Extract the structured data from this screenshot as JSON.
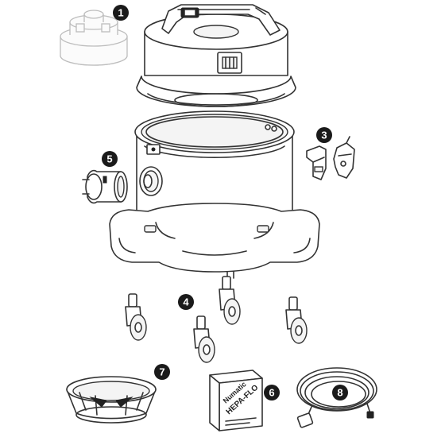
{
  "callouts": [
    {
      "id": "1",
      "label": "1"
    },
    {
      "id": "2",
      "label": "3"
    },
    {
      "id": "3",
      "label": "5"
    },
    {
      "id": "4",
      "label": "4"
    },
    {
      "id": "5",
      "label": "7"
    },
    {
      "id": "6",
      "label": "6"
    },
    {
      "id": "7",
      "label": "8"
    }
  ],
  "filter_box": {
    "brand": "Numatic",
    "product": "HEPA-FLO"
  },
  "colors": {
    "line": "#333333",
    "badge": "#1a1a1a",
    "badge_text": "#ffffff",
    "faint_part": "#bdbdbd"
  }
}
